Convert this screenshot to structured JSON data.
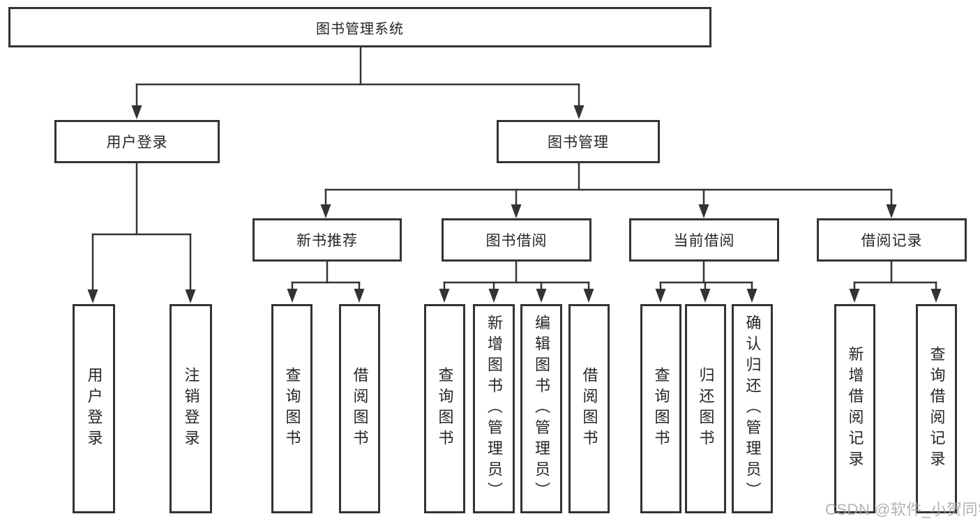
{
  "tree": {
    "root": {
      "label": "图书管理系统"
    },
    "branches": [
      {
        "label": "用户登录",
        "leaves": [
          {
            "label": "用户登录"
          },
          {
            "label": "注销登录"
          }
        ]
      },
      {
        "label": "图书管理",
        "groups": [
          {
            "label": "新书推荐",
            "leaves": [
              {
                "label": "查询图书"
              },
              {
                "label": "借阅图书"
              }
            ]
          },
          {
            "label": "图书借阅",
            "leaves": [
              {
                "label": "查询图书"
              },
              {
                "label": "新增图书（管理员）"
              },
              {
                "label": "编辑图书（管理员）"
              },
              {
                "label": "借阅图书"
              }
            ]
          },
          {
            "label": "当前借阅",
            "leaves": [
              {
                "label": "查询图书"
              },
              {
                "label": "归还图书"
              },
              {
                "label": "确认归还（管理员）"
              }
            ]
          },
          {
            "label": "借阅记录",
            "leaves": [
              {
                "label": "新增借阅记录"
              },
              {
                "label": "查询借阅记录"
              }
            ]
          }
        ]
      }
    ]
  },
  "watermark": {
    "text": "CSDN @软件_小贺同学"
  },
  "colors": {
    "line": "#333333",
    "box_border": "#333333",
    "text": "#262626",
    "watermark": "#a5a5a5",
    "background": "#ffffff"
  }
}
